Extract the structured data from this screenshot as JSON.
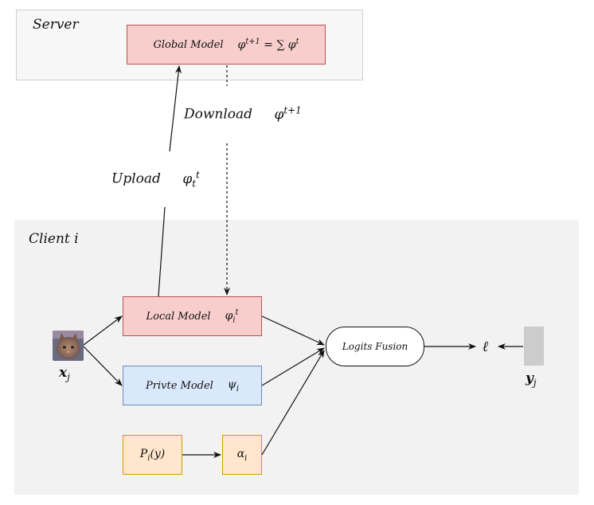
{
  "server": {
    "title": "Server"
  },
  "global_model": {
    "label": "Global Model",
    "formula_html": "φ<sup>t+1</sup> = ∑ φ<sup>t</sup>"
  },
  "download": {
    "label": "Download",
    "symbol_html": "φ<sup>t+1</sup>"
  },
  "upload": {
    "label": "Upload",
    "symbol_html": "φ<sub>t</sub><sup>t</sup>"
  },
  "client": {
    "title": "Client i"
  },
  "local_model": {
    "label": "Local Model",
    "symbol_html": "φ<sub>i</sub><sup>t</sup>"
  },
  "private_model": {
    "label": "Privte Model",
    "symbol_html": "ψ<sub>i</sub>"
  },
  "prior": {
    "label_html": "P<sub>i</sub>(y)"
  },
  "alpha": {
    "label_html": "α<sub>i</sub>"
  },
  "logits_fusion": {
    "label": "Logits Fusion"
  },
  "loss": {
    "symbol": "ℓ"
  },
  "input": {
    "symbol_html": "<b>x</b><sub>j</sub>"
  },
  "target": {
    "symbol_html": "<b>y</b><sub>j</sub>"
  },
  "colors": {
    "model_fill": "#f8cecc",
    "model_stroke": "#b85450",
    "private_fill": "#dae8fc",
    "private_stroke": "#6c8ebf",
    "prior_fill": "#ffe6cc",
    "prior_stroke": "#d79b00",
    "client_bg": "#f2f2f2",
    "server_bg": "#f7f7f7"
  }
}
